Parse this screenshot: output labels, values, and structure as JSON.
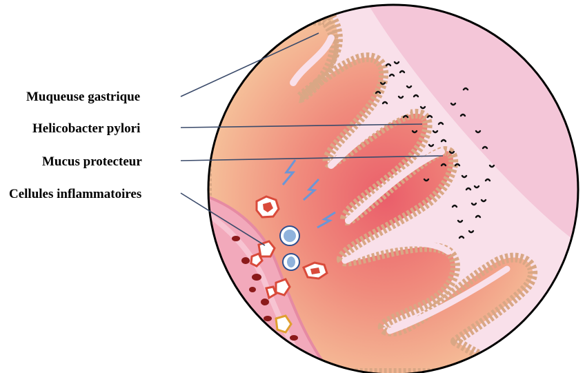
{
  "labels": {
    "gastric_mucosa": "Muqueuse gastrique",
    "helicobacter": "Helicobacter pylori",
    "mucus": "Mucus protecteur",
    "inflammatory_cells": "Cellules inflammatoires"
  },
  "colors": {
    "mucus_pink": "#f4c6d8",
    "mucus_light": "#f9e0ea",
    "tissue_orange": "#f5c79d",
    "tissue_red": "#ee7070",
    "epithelium_tan": "#d9a785",
    "vessel_pink": "#f2a9bb",
    "blood_dark": "#8b1a1a",
    "nerve_blue": "#6b96d6",
    "leader_line": "#3a4a6a"
  }
}
